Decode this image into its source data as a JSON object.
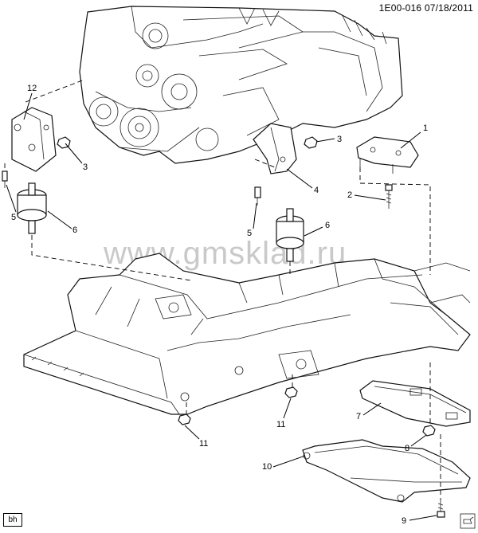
{
  "header": {
    "code": "1E00-016",
    "date": "07/18/2011"
  },
  "watermark": "www.gmsklad.ru",
  "badge": "bh",
  "callouts": [
    "1",
    "2",
    "3",
    "3",
    "4",
    "5",
    "5",
    "6",
    "6",
    "7",
    "8",
    "9",
    "10",
    "11",
    "11",
    "12"
  ]
}
